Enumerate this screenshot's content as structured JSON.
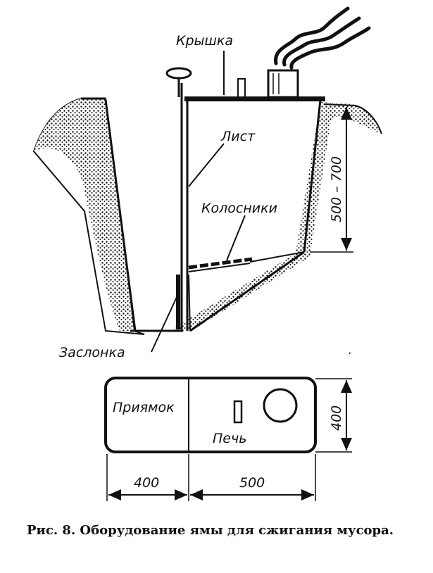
{
  "labels": {
    "lid": "Крышка",
    "sheet": "Лист",
    "grates": "Колосники",
    "damper": "Заслонка",
    "pit": "Приямок",
    "stove": "Печь"
  },
  "dimensions": {
    "depth": "500 – 700",
    "plan_width_pit": "400",
    "plan_width_stove": "500",
    "plan_height": "400"
  },
  "caption": "Рис. 8. Оборудование ямы для сжигания мусора.",
  "colors": {
    "ink": "#111111",
    "paper": "#ffffff"
  },
  "icons": [
    "smoke-icon",
    "chimney-icon",
    "handle-icon"
  ]
}
